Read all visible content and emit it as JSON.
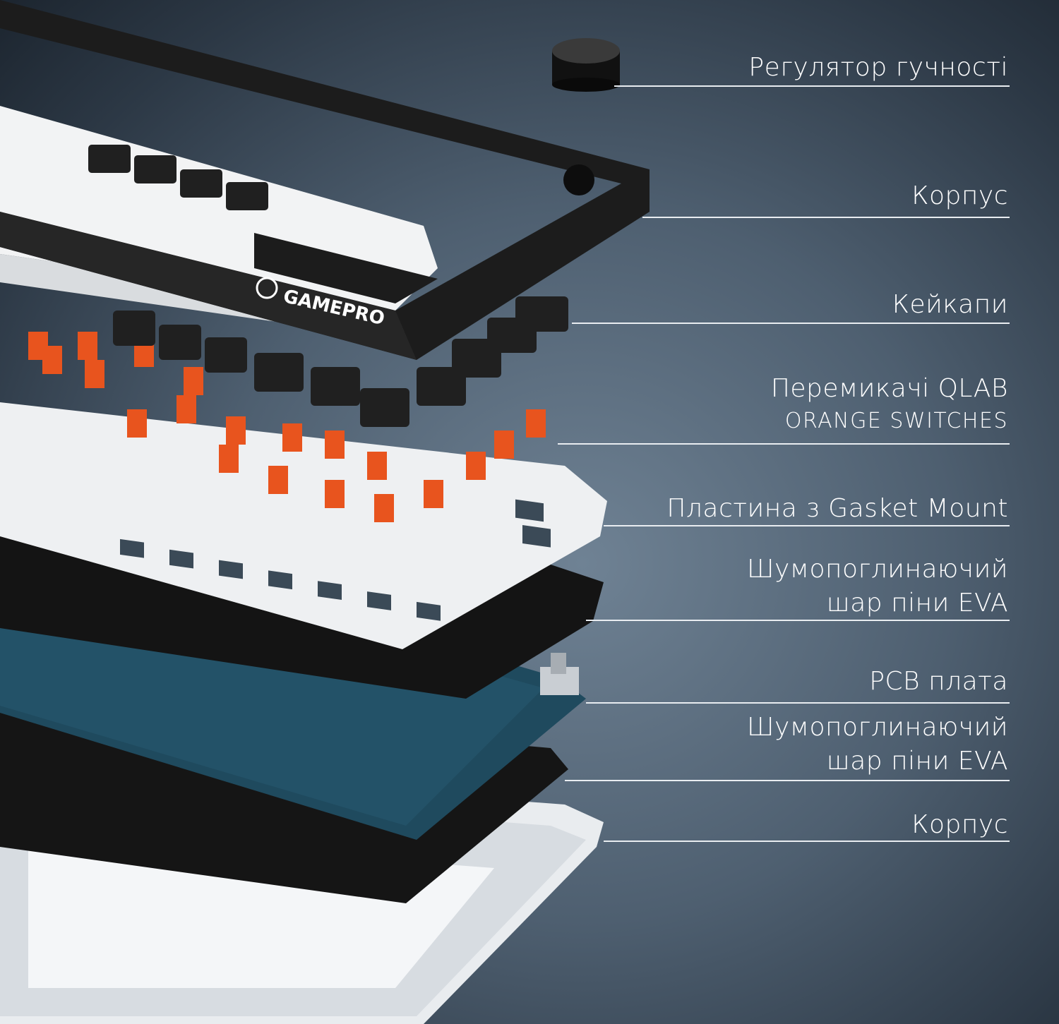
{
  "brand": "GAMEPRO",
  "callouts": [
    {
      "id": "knob",
      "lines": [
        "Регулятор гучності"
      ]
    },
    {
      "id": "case-top",
      "lines": [
        "Корпус"
      ]
    },
    {
      "id": "keycaps",
      "lines": [
        "Кейкапи"
      ]
    },
    {
      "id": "switches",
      "lines": [
        "Перемикачі QLAB",
        "ORANGE SWITCHES"
      ]
    },
    {
      "id": "plate",
      "lines": [
        "Пластина з Gasket Mount"
      ]
    },
    {
      "id": "foam-1",
      "lines": [
        "Шумопоглинаючий",
        "шар піни EVA"
      ]
    },
    {
      "id": "pcb",
      "lines": [
        "PCB плата"
      ]
    },
    {
      "id": "foam-2",
      "lines": [
        "Шумопоглинаючий",
        "шар піни EVA"
      ]
    },
    {
      "id": "case-bottom",
      "lines": [
        "Корпус"
      ]
    }
  ],
  "colors": {
    "switch": "#e8541e",
    "pcb": "#1f4a5e",
    "frame": "#1c1c1c",
    "plate": "#eef0f2"
  }
}
